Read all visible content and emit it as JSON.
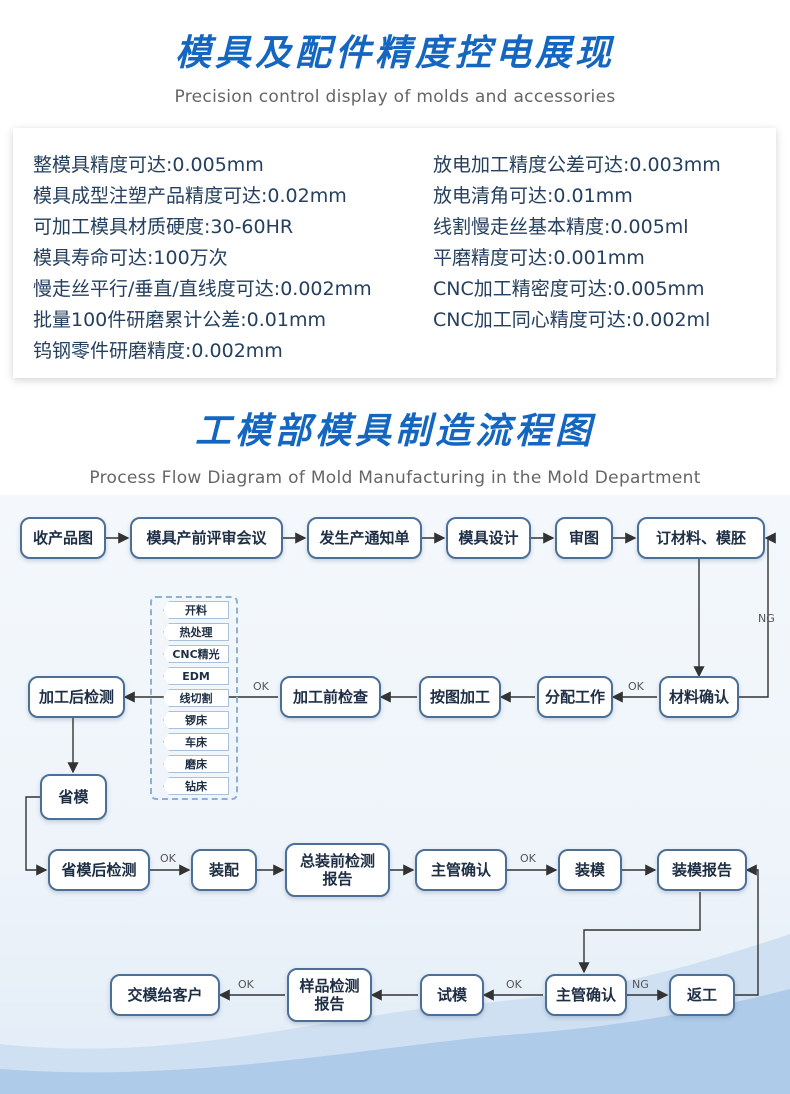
{
  "section1": {
    "title": "模具及配件精度控电展现",
    "subtitle": "Precision control display of molds and accessories",
    "specs_left": [
      "整模具精度可达:0.005mm",
      "模具成型注塑产品精度可达:0.02mm",
      "可加工模具材质硬度:30-60HR",
      "模具寿命可达:100万次",
      "慢走丝平行/垂直/直线度可达:0.002mm",
      "批量100件研磨累计公差:0.01mm",
      "钨钢零件研磨精度:0.002mm"
    ],
    "specs_right": [
      "放电加工精度公差可达:0.003mm",
      "放电清角可达:0.01mm",
      "线割慢走丝基本精度:0.005ml",
      "平磨精度可达:0.001mm",
      "CNC加工精密度可达:0.005mm",
      "CNC加工同心精度可达:0.002ml"
    ]
  },
  "section2": {
    "title": "工模部模具制造流程图",
    "subtitle": "Process Flow Diagram of Mold Manufacturing in the Mold Department"
  },
  "flow": {
    "nodes": {
      "n1": "收产品图",
      "n2": "模具产前评审会议",
      "n3": "发生产通知单",
      "n4": "模具设计",
      "n5": "审图",
      "n6": "订材料、模胚",
      "n7": "材料确认",
      "n8": "分配工作",
      "n9": "按图加工",
      "n10": "加工前检查",
      "n11": "加工后检测",
      "n12": "省模",
      "n13": "省模后检测",
      "n14": "装配",
      "n15": "总装前检测报告",
      "n16": "主管确认",
      "n17": "装模",
      "n18": "装模报告",
      "n19": "主管确认",
      "n20": "返工",
      "n21": "试模",
      "n22": "样品检测报告",
      "n23": "交模给客户"
    },
    "processes": [
      "开料",
      "热处理",
      "CNC精光",
      "EDM",
      "线切割",
      "锣床",
      "车床",
      "磨床",
      "钻床"
    ],
    "labels": {
      "ng1": "NG",
      "ok1": "OK",
      "ok2": "OK",
      "ok3": "OK",
      "ok4": "OK",
      "ok5": "OK",
      "ng2": "NG",
      "ok6": "OK"
    }
  },
  "colors": {
    "title": "#1466c0",
    "node_border": "#4b6f97",
    "arrow": "#333333"
  }
}
